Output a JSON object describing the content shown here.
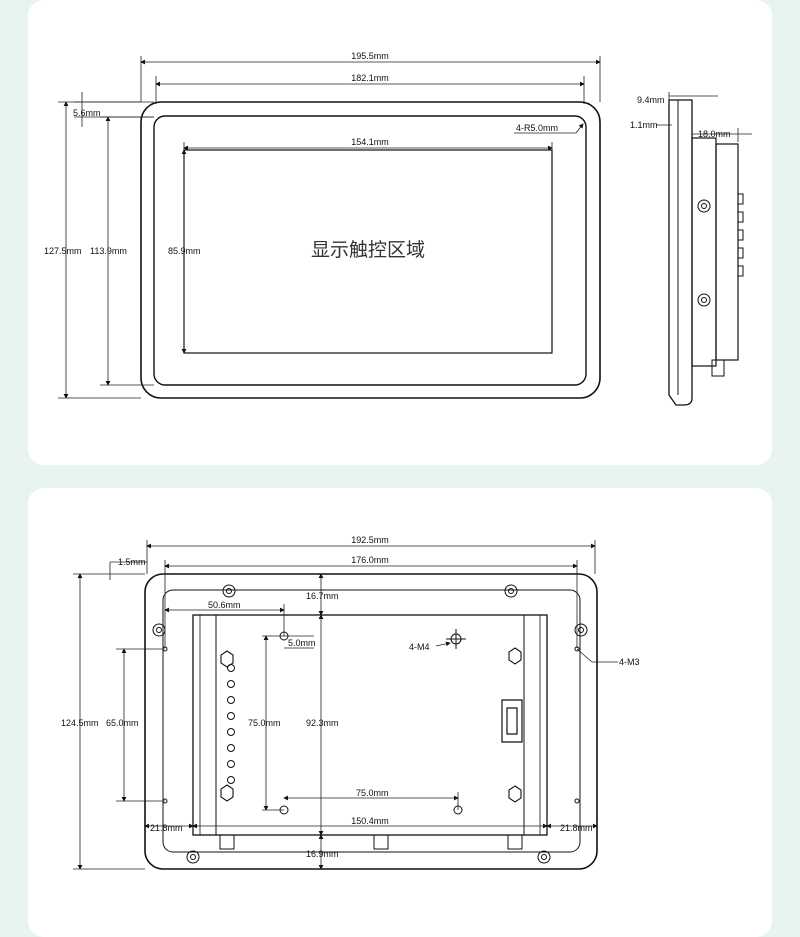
{
  "front_view": {
    "overall_width": "195.5mm",
    "bezel_width": "182.1mm",
    "active_width": "154.1mm",
    "edge_offset": "5.6mm",
    "overall_height": "127.5mm",
    "bezel_height": "113.9mm",
    "active_height": "85.9mm",
    "corner_radius": "4-R5.0mm",
    "display_label": "显示触控区域"
  },
  "side_view": {
    "glass_thickness": "9.4mm",
    "bezel_depth": "1.1mm",
    "body_depth": "18.0mm"
  },
  "rear_view": {
    "overall_width": "192.5mm",
    "hole_span_width": "176.0mm",
    "edge_offset": "1.5mm",
    "top_margin": "16.7mm",
    "offset_x": "50.6mm",
    "offset_small": "5.0mm",
    "m4_label": "4-M4",
    "m3_label": "4-M3",
    "overall_height": "124.5mm",
    "inner_height": "65.0mm",
    "vesa_height": "75.0mm",
    "bracket_height": "92.3mm",
    "vesa_width": "75.0mm",
    "left_margin": "21.8mm",
    "right_margin": "21.8mm",
    "bracket_width": "150.4mm",
    "bottom_margin": "16.9mm"
  }
}
